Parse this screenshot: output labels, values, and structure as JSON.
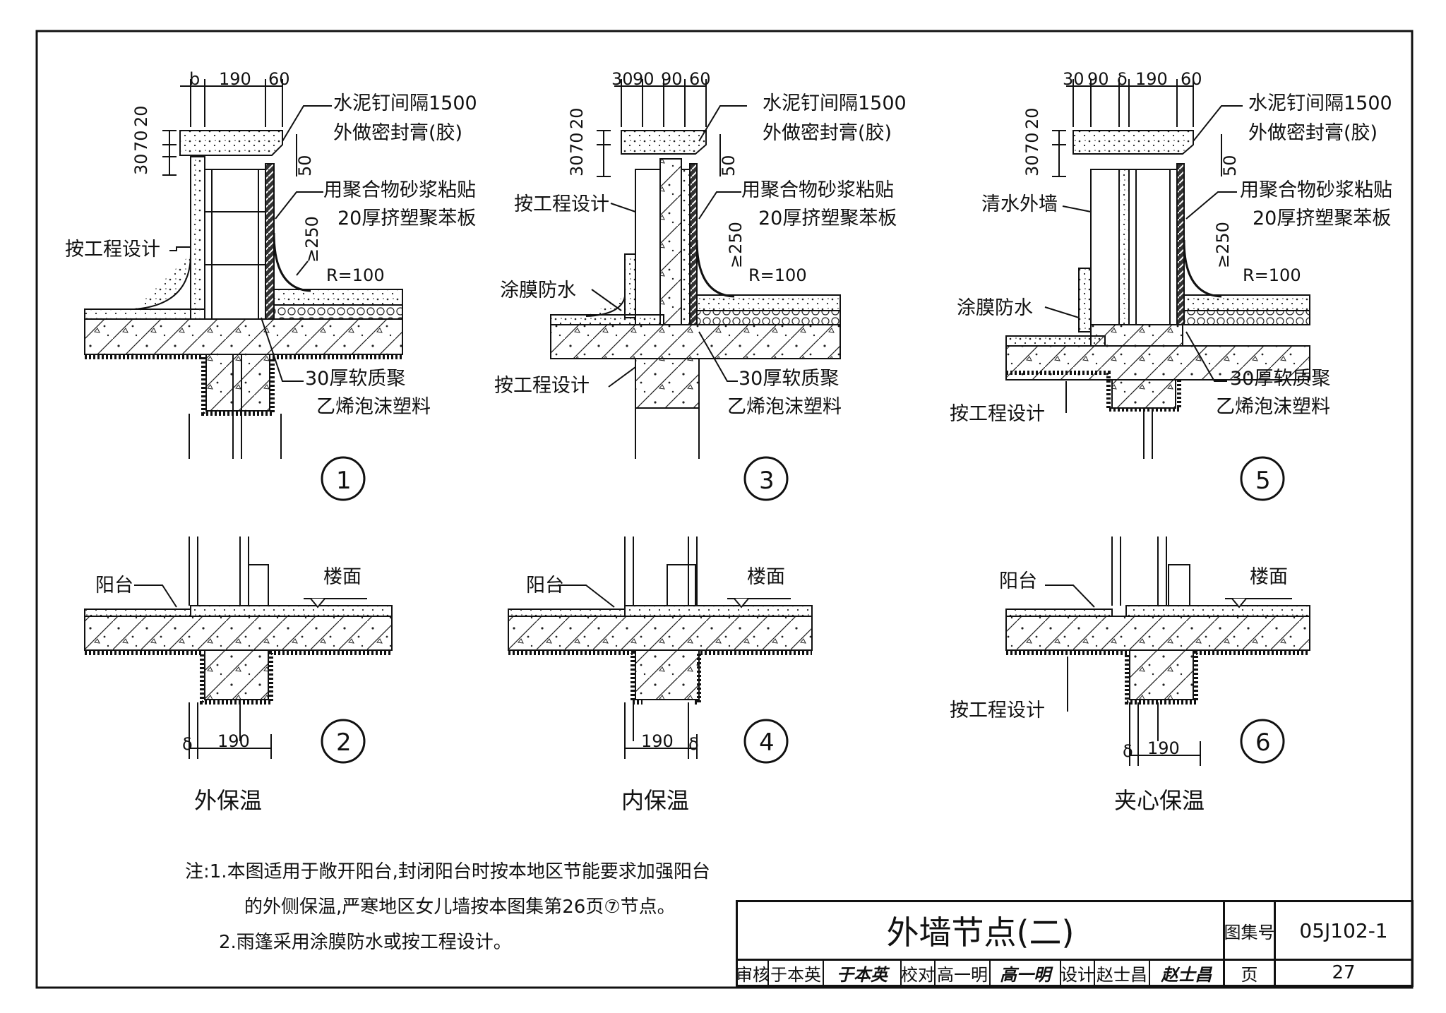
{
  "details": {
    "d1": {
      "number": "1",
      "dims_top": [
        "b",
        "190",
        "60"
      ],
      "dims_side": [
        "30",
        "70",
        "20"
      ],
      "dim_50": "50",
      "label_nail": "水泥钉间隔1500",
      "label_seal": "外做密封膏(胶)",
      "label_board1": "用聚合物砂浆粘贴",
      "label_board2": "20厚挤塑聚苯板",
      "label_design": "按工程设计",
      "label_250": "≥250",
      "label_r": "R=100",
      "label_foam1": "30厚软质聚",
      "label_foam2": "乙烯泡沫塑料"
    },
    "d3": {
      "number": "3",
      "dims_top": [
        "30",
        "90",
        "90",
        "60"
      ],
      "dims_side": [
        "30",
        "70",
        "20"
      ],
      "dim_50": "50",
      "label_nail": "水泥钉间隔1500",
      "label_seal": "外做密封膏(胶)",
      "label_board1": "用聚合物砂浆粘贴",
      "label_board2": "20厚挤塑聚苯板",
      "label_design_top": "按工程设计",
      "label_coat": "涂膜防水",
      "label_design_bottom": "按工程设计",
      "label_250": "≥250",
      "label_r": "R=100",
      "label_foam1": "30厚软质聚",
      "label_foam2": "乙烯泡沫塑料"
    },
    "d5": {
      "number": "5",
      "dims_top": [
        "30",
        "90",
        "δ",
        "190",
        "60"
      ],
      "dims_side": [
        "30",
        "70",
        "20"
      ],
      "dim_50": "50",
      "label_nail": "水泥钉间隔1500",
      "label_seal": "外做密封膏(胶)",
      "label_board1": "用聚合物砂浆粘贴",
      "label_board2": "20厚挤塑聚苯板",
      "label_clear": "清水外墙",
      "label_coat": "涂膜防水",
      "label_design": "按工程设计",
      "label_250": "≥250",
      "label_r": "R=100",
      "label_foam1": "30厚软质聚",
      "label_foam2": "乙烯泡沫塑料"
    },
    "d2": {
      "number": "2",
      "label_balcony": "阳台",
      "label_floor": "楼面",
      "dim_delta": "δ",
      "dim_190": "190"
    },
    "d4": {
      "number": "4",
      "label_balcony": "阳台",
      "label_floor": "楼面",
      "dim_delta": "δ",
      "dim_190": "190"
    },
    "d6": {
      "number": "6",
      "label_balcony": "阳台",
      "label_floor": "楼面",
      "label_design": "按工程设计",
      "dim_delta": "δ",
      "dim_190": "190"
    }
  },
  "captions": {
    "outer": "外保温",
    "inner": "内保温",
    "sandwich": "夹心保温"
  },
  "notes": {
    "line1": "注:1.本图适用于敞开阳台,封闭阳台时按本地区节能要求加强阳台",
    "line2": "的外侧保温,严寒地区女儿墙按本图集第26页⑦节点。",
    "line3": "2.雨篷采用涂膜防水或按工程设计。"
  },
  "title_block": {
    "title": "外墙节点(二)",
    "atlas_label": "图集号",
    "atlas_value": "05J102-1",
    "page_label": "页",
    "page_value": "27",
    "review_label": "审核",
    "review_name": "于本英",
    "check_label": "校对",
    "check_name": "高一明",
    "design_label": "设计",
    "design_name": "赵士昌",
    "sig_review": "于本英",
    "sig_check": "高一明",
    "sig_design": "赵士昌"
  }
}
